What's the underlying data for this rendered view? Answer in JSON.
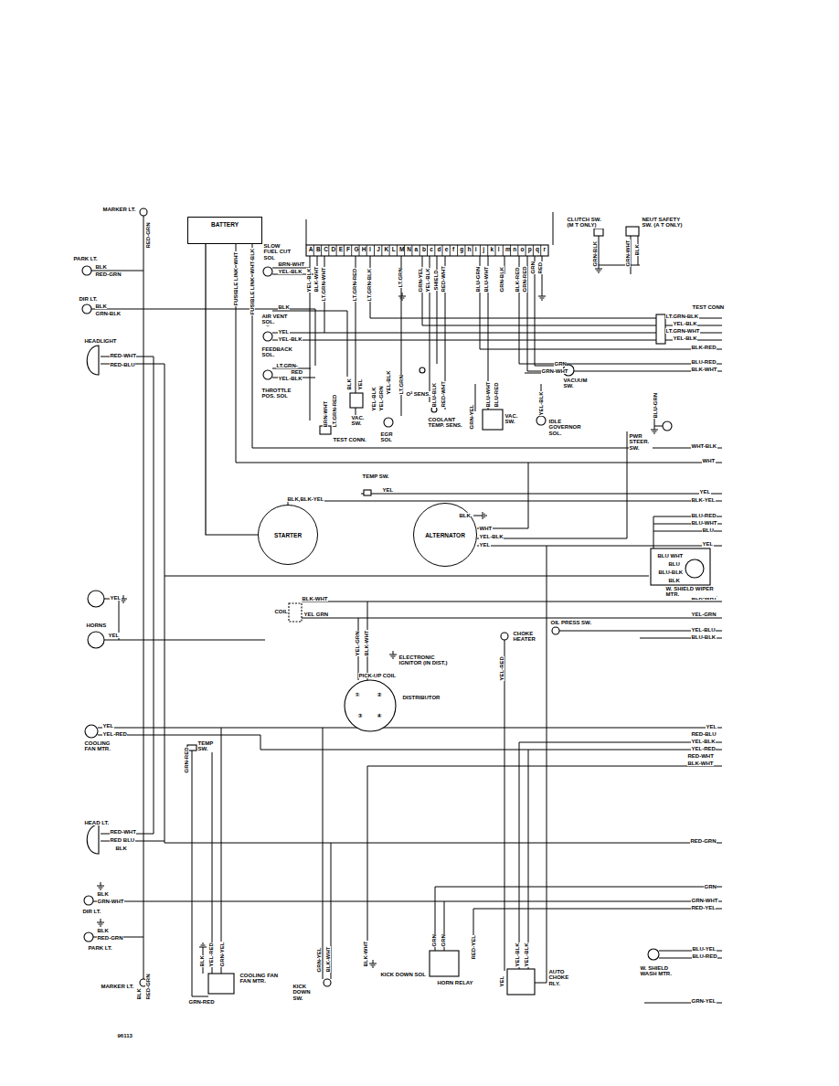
{
  "diagram": {
    "nodes": [
      {
        "text": [
          "BATTERY"
        ]
      },
      {
        "text": [
          "STARTER"
        ]
      },
      {
        "text": [
          "ALTERNATOR"
        ]
      }
    ],
    "edges": [
      {
        "from": 0,
        "to": 1,
        "arrow": "none"
      }
    ],
    "labels": [
      "MARKER LT.",
      "RED-GRN",
      "PARK LT.",
      "BLK",
      "RED-GRN",
      "DIR LT.",
      "BLK",
      "GRN-BLK",
      "HEADLIGHT",
      "RED-WHT",
      "RED-BLU",
      "YEL",
      "HORNS",
      "YEL",
      "YEL",
      "YEL-RED",
      "COOLING FAN MTR.",
      "TEMP SW.",
      "GRN-RED",
      "HEAD LT.",
      "RED-WHT",
      "RED BLU",
      "BLK",
      "BLK",
      "GRN-WHT",
      "DIR LT.",
      "BLK",
      "RED-GRN",
      "PARK LT.",
      "MARKER LT.",
      "BLK",
      "RED-GRN",
      "BLK",
      "YEL-RED",
      "GRN-YEL",
      "COOLING FAN FAN MTR.",
      "GRN-RED",
      "GRN-YEL",
      "BLK-WHT",
      "KICK DOWN SW.",
      "BLK-WHT",
      "KICK DOWN SOL",
      "GRN",
      "GRN",
      "HORN RELAY",
      "RED-YEL",
      "YEL",
      "YEL-BLK",
      "YEL-BLK",
      "AUTO CHOKE RLY.",
      "BLU-YEL",
      "BLU-RED",
      "W. SHIELD WASH MTR.",
      "GRN-YEL",
      "GRN",
      "GRN-WHT",
      "RED-YEL",
      "RED-GRN",
      "YEL",
      "RED-BLU",
      "YEL-BLK",
      "YEL-RED",
      "RED-WHT",
      "BLK-WHT",
      "CHOKE HEATER",
      "YEL-RED",
      "OIL PRESS SW.",
      "BLK-WHT",
      "YEL-GRN",
      "YEL-BLU",
      "BLU-BLK",
      "W. SHIELD WIPER MTR.",
      "BLU-RED",
      "BLU-WHT",
      "BLU",
      "YEL",
      "BLU WHT",
      "BLU",
      "BLU-BLK",
      "BLK",
      "BLK",
      "WHT",
      "YEL-BLK",
      "YEL",
      "YEL",
      "BLK-YEL",
      "TEMP SW.",
      "YEL",
      "BLK",
      "BLK-YEL",
      "WHT-BLK",
      "WHT",
      "BLK-WHT",
      "COIL",
      "YEL GRN",
      "YEL-GRN",
      "BLK-WHT",
      "ELECTRONIC IGNITOR (IN DIST.)",
      "PICK-UP COIL",
      "DISTRIBUTOR",
      "①",
      "②",
      "③",
      "④",
      "CLUTCH SW. (M T ONLY)",
      "NEUT SAFETY SW. (A T ONLY)",
      "GRN-BLK",
      "GRN-WHT",
      "BLK",
      "TEST CONN",
      "LT.GRN-BLK",
      "YEL-BLK",
      "LT.GRN-WHT",
      "YEL-BLK",
      "BLK-RED",
      "BLU-RED",
      "BLK-WHT",
      "GRN",
      "GRN-WHT",
      "VACUUM SW.",
      "BLU-GRN",
      "PWR STEER. SW.",
      "IDLE GOVERNOR SOL.",
      "VAC. SW.",
      "GRN-YEL",
      "BLU-WHT",
      "BLU-RED",
      "YEL-BLK",
      "O² SENS.",
      "BLU-BLK",
      "RED-WHT",
      "COOLANT TEMP. SENS.",
      "SLOW FUEL CUT SOL",
      "BRN-WHT",
      "YEL-BLK",
      "BLK",
      "AIR VENT SOL.",
      "YEL",
      "YEL-BLK",
      "FEEDBACK SOL.",
      "LT.GRN-",
      "RED",
      "YEL-BLK",
      "THROTTLE POS. SOL",
      "BRN-WHT",
      "LT.GRN-RED",
      "TEST CONN.",
      "BLK",
      "YEL",
      "VAC. SW.",
      "YEL-BLK",
      "YEL-GRN",
      "EGR SOL",
      "YEL-BLK",
      "LT.GRN",
      "WHT",
      "FUSIBLE LINK",
      "WHT-BLK",
      "FUSIBLE LINK",
      "YEL-BLK",
      "BLK-WHT",
      "LT.GRN-WHT",
      "LT.GRN-RED",
      "LT.GRN-BLK",
      "LT.GRN",
      "GRN-YEL",
      "YEL-BLK",
      "SHIELD",
      "RED-WHT",
      "BLU-GRN",
      "BLU-WHT",
      "GRN-BLK",
      "BLK-RED",
      "GRN-RED",
      "GRN",
      "RED",
      "96113",
      "A",
      "B",
      "C",
      "D",
      "E",
      "F",
      "G",
      "H",
      "I",
      "J",
      "K",
      "L",
      "M",
      "N",
      "a",
      "b",
      "c",
      "d",
      "e",
      "f",
      "g",
      "h",
      "i",
      "j",
      "k",
      "l",
      "m",
      "n",
      "o",
      "p",
      "q",
      "r"
    ]
  }
}
